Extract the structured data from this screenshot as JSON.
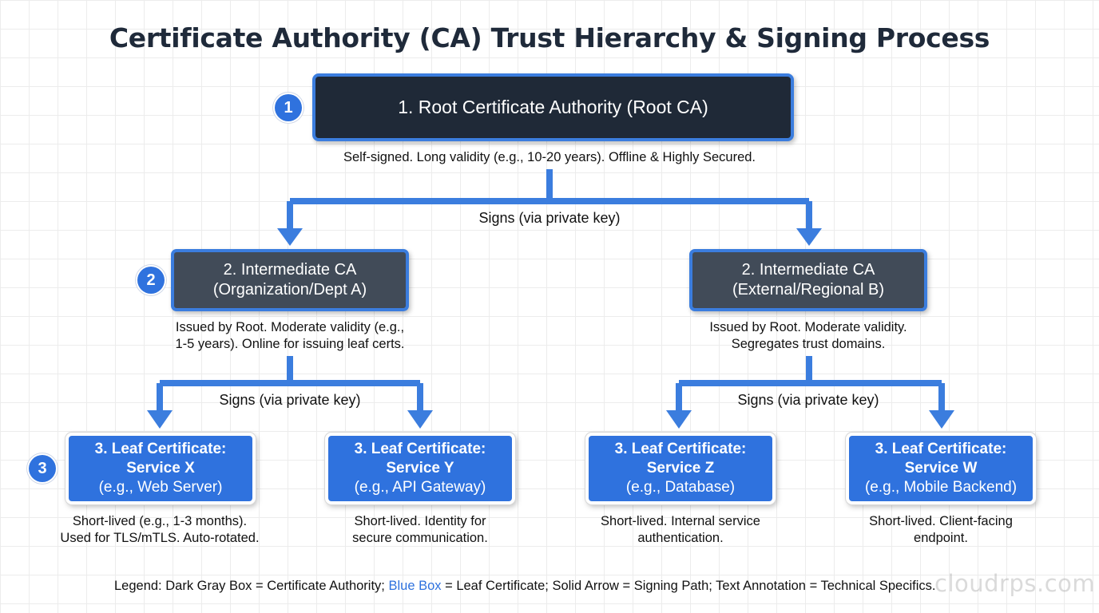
{
  "title": "Certificate Authority (CA) Trust Hierarchy & Signing Process",
  "badges": [
    "1",
    "2",
    "3"
  ],
  "root": {
    "label": "1. Root Certificate Authority (Root CA)",
    "note": "Self-signed. Long validity (e.g., 10-20 years). Offline & Highly Secured."
  },
  "signs_label": "Signs (via private key)",
  "intermediates": [
    {
      "line1": "2. Intermediate CA",
      "line2": "(Organization/Dept A)",
      "note_line1": "Issued by Root. Moderate validity (e.g.,",
      "note_line2": "1-5 years). Online for issuing leaf certs."
    },
    {
      "line1": "2. Intermediate CA",
      "line2": "(External/Regional B)",
      "note_line1": "Issued by Root. Moderate validity.",
      "note_line2": "Segregates trust domains."
    }
  ],
  "leaves": [
    {
      "line1": "3. Leaf Certificate:",
      "line2": "Service X",
      "line3": "(e.g., Web Server)",
      "note_line1": "Short-lived (e.g., 1-3 months).",
      "note_line2": "Used for TLS/mTLS. Auto-rotated."
    },
    {
      "line1": "3. Leaf Certificate:",
      "line2": "Service Y",
      "line3": "(e.g., API Gateway)",
      "note_line1": "Short-lived. Identity for",
      "note_line2": "secure communication."
    },
    {
      "line1": "3. Leaf Certificate:",
      "line2": "Service Z",
      "line3": "(e.g., Database)",
      "note_line1": "Short-lived. Internal service",
      "note_line2": "authentication."
    },
    {
      "line1": "3. Leaf Certificate:",
      "line2": "Service W",
      "line3": "(e.g., Mobile Backend)",
      "note_line1": "Short-lived. Client-facing",
      "note_line2": "endpoint."
    }
  ],
  "legend": {
    "prefix": "Legend: Dark Gray Box = Certificate Authority; ",
    "blue_term": "Blue Box",
    "suffix": " = Leaf Certificate; Solid Arrow = Signing Path; Text Annotation = Technical Specifics."
  },
  "watermark": "cloudrps.com",
  "colors": {
    "accent_blue": "#2f72de",
    "arrow_blue": "#3b7dde",
    "root_fill": "#1f2937",
    "intermediate_fill": "#414b58"
  }
}
